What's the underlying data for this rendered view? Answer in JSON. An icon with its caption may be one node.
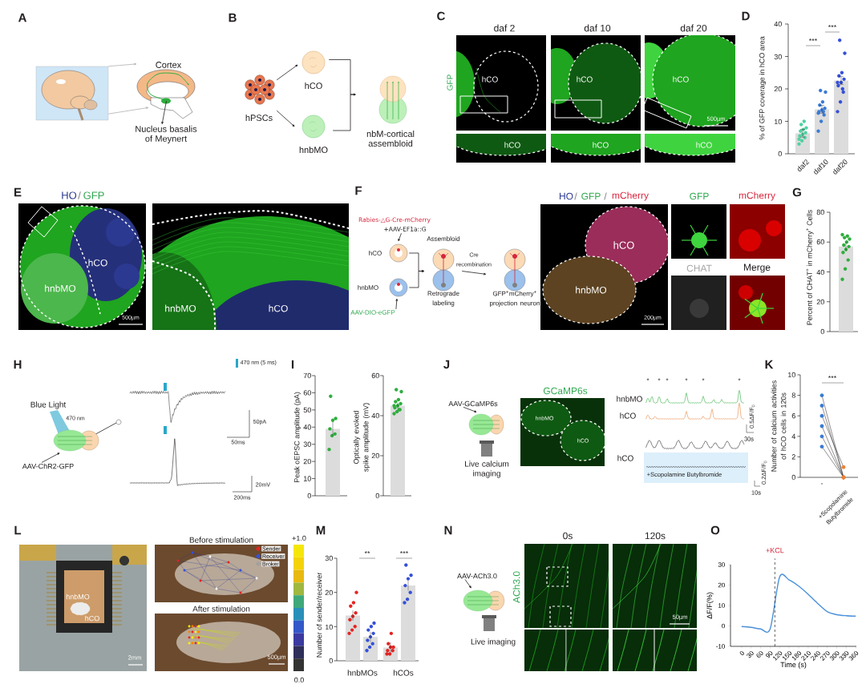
{
  "diagram": {
    "nodes": [
      {
        "text": [],
        "shape": "picture"
      },
      {
        "text": [],
        "shape": "picture",
        "beside": [
          "Cortex"
        ]
      },
      {
        "text": [
          "Nucleus basalis of Meynert"
        ]
      },
      {
        "text": [
          "hPSCs"
        ]
      },
      {
        "text": [
          "hCO"
        ]
      },
      {
        "text": [
          "hnbMO"
        ]
      },
      {
        "text": [
          "nbM-cortical assembloid"
        ]
      },
      {
        "text": [
          "hCO"
        ]
      },
      {
        "text": [
          "hnbMO"
        ]
      },
      {
        "text": [
          "Assembloid",
          "Retrograde labeling"
        ]
      },
      {
        "text": [
          "GFP$^{+}$mCherry$^{+}$ projection neuron"
        ]
      },
      {
        "text": [
          "Rabies-△G-Cre-mCherry",
          "+AAV-EF1a::G"
        ]
      },
      {
        "text": [
          "AAV-DIO-eGFP"
        ]
      },
      {
        "text": [
          "AAV-ChR2-GFP"
        ]
      },
      {
        "text": [],
        "shape": "picture"
      },
      {
        "text": [
          "AAV-GCaMP6s"
        ]
      },
      {
        "text": [],
        "shape": "picture"
      },
      {
        "text": [
          "AAV-ACh3.0"
        ]
      },
      {
        "text": [],
        "shape": "picture"
      }
    ],
    "edges": [
      {
        "from": 0,
        "to": 1,
        "arrow": "to",
        "color": "#b0b0b0"
      },
      {
        "from": 0,
        "to": 1,
        "arrow": "to",
        "color": "#b0b0b0"
      },
      {
        "from": 1,
        "to": 2,
        "arrow": "to"
      },
      {
        "from": 3,
        "to": 4,
        "arrow": "to"
      },
      {
        "from": 3,
        "to": 5,
        "arrow": "to"
      },
      {
        "from": 4,
        "to": 6,
        "arrow": "to"
      },
      {
        "from": 5,
        "to": 6,
        "arrow": "to"
      },
      {
        "from": 11,
        "to": 7,
        "arrow": "to"
      },
      {
        "from": 12,
        "to": 8,
        "arrow": "to"
      },
      {
        "from": 7,
        "to": 9,
        "arrow": "to"
      },
      {
        "from": 8,
        "to": 9,
        "arrow": "to"
      },
      {
        "from": 9,
        "to": 10,
        "arrow": "to",
        "label": "Cre recombination"
      },
      {
        "from": 13,
        "to": 14,
        "arrow": "to"
      },
      {
        "from": 15,
        "to": 16,
        "arrow": "to"
      },
      {
        "from": 17,
        "to": 18,
        "arrow": "to"
      }
    ],
    "labels": [
      "A",
      "B",
      "C",
      "daf 2",
      "daf 10",
      "daf 20",
      "GFP",
      "hCO",
      "hCO",
      "hCO",
      "500µm",
      "hCO",
      "hCO",
      "hCO",
      "D",
      "% of GFP coverage in hCO area",
      "40",
      "30",
      "20",
      "10",
      "0",
      "daf2",
      "daf10",
      "daf20",
      "***",
      "***",
      "E",
      "HO",
      "/",
      "GFP",
      "hCO",
      "hnbMO",
      "500µm",
      "hnbMO",
      "hCO",
      "F",
      "HO",
      "/",
      "GFP",
      "/",
      "mCherry",
      "hCO",
      "hnbMO",
      "200µm",
      "GFP",
      "mCherry",
      "CHAT",
      "Merge",
      "G",
      "Percent of CHAT$^{+}$ in mCherry$^{+}$ Cells",
      "80",
      "60",
      "40",
      "20",
      "0",
      "H",
      "Blue Light",
      "470 nm",
      "470 nm (5 ms)",
      "50pA",
      "50ms",
      "20mV",
      "200ms",
      "I",
      "Peak oEPSC amplitude (pA)",
      "70",
      "60",
      "50",
      "40",
      "30",
      "20",
      "10",
      "0",
      "Optically evoked spike amplitude (mV)",
      "60",
      "40",
      "20",
      "0",
      "J",
      "GCaMP6s",
      "hnbMO",
      "hCO",
      "Live calcium imaging",
      "hnbMO",
      "hCO",
      "*",
      "*",
      "*",
      "*",
      "*",
      "*",
      "0.5ΔF/F$_{0}$",
      "30s",
      "hCO",
      "+Scopolamine Butylbromide",
      "10s",
      "0.2ΔF/F$_{0}$",
      "K",
      "Number of calcium activities of hCO cells in 120s",
      "10",
      "8",
      "6",
      "4",
      "2",
      "0",
      "-",
      "+Scopolamine Butylbromide",
      "***",
      "L",
      "hnbMO",
      "hCO",
      "2mm",
      "Before stimulation",
      "After stimulation",
      "500µm",
      "+1.0",
      "0.0",
      "M",
      "Number of sender/receiver",
      "30",
      "20",
      "10",
      "0",
      "hnbMOs",
      "hCOs",
      "**",
      "***",
      "N",
      "0s",
      "120s",
      "ACh3.0",
      "Live imaging",
      "50µm",
      "O"
    ],
    "legend": [
      {
        "text": "Sender",
        "color": "#e52421"
      },
      {
        "text": "Receiver",
        "color": "#3550d8"
      },
      {
        "text": "Broker",
        "color": "#a0a0a0"
      }
    ],
    "chart_data": {
      "type": "line",
      "xlabel": "Time (s)",
      "ylabel": "ΔF/F(%)",
      "x": [
        0,
        30,
        60,
        90,
        120,
        150,
        180,
        210,
        240,
        270,
        300,
        330,
        360
      ],
      "series": [
        {
          "color": "#4a90d9",
          "values": [
            -0.3,
            -0.7,
            -1.5,
            -1.5,
            24,
            22.5,
            19.5,
            15.5,
            11,
            7,
            5.5,
            5,
            4.8
          ]
        }
      ],
      "xlim": [
        -35,
        362
      ],
      "ylim": [
        -10,
        30
      ],
      "xticks": [
        0,
        30,
        60,
        90,
        120,
        150,
        180,
        210,
        240,
        270,
        300,
        330,
        360
      ],
      "yticks": [
        -10,
        0,
        10,
        20,
        30
      ],
      "ref_lines": [
        {
          "value": 105,
          "axis": "x"
        }
      ],
      "annotations": [
        "+KCL"
      ]
    }
  }
}
